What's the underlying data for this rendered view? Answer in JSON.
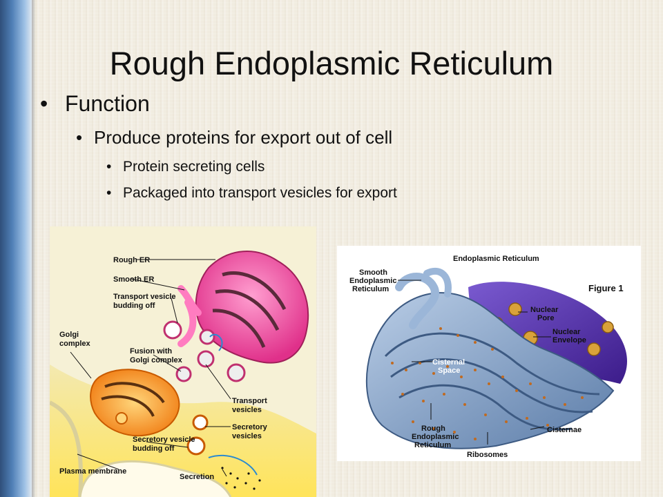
{
  "slide": {
    "title": "Rough Endoplasmic Reticulum",
    "bullets": [
      "Function",
      "Produce proteins for export out of cell",
      "Protein secreting cells",
      "Packaged into transport vesicles for export"
    ],
    "bullet_glyph": "•"
  },
  "left_figure": {
    "labels": {
      "rough_er": "Rough ER",
      "smooth_er": "Smooth ER",
      "transport_budding_1": "Transport vesicle",
      "transport_budding_2": "budding off",
      "golgi_1": "Golgi",
      "golgi_2": "complex",
      "fusion_1": "Fusion with",
      "fusion_2": "Golgi complex",
      "transport_1": "Transport",
      "transport_2": "vesicles",
      "secretory_1": "Secretory",
      "secretory_2": "vesicles",
      "secretory_budding_1": "Secretory vesicle",
      "secretory_budding_2": "budding off",
      "plasma": "Plasma membrane",
      "secretion": "Secretion"
    }
  },
  "right_figure": {
    "labels": {
      "title": "Endoplasmic Reticulum",
      "figure": "Figure 1",
      "smooth_1": "Smooth",
      "smooth_2": "Endoplasmic",
      "smooth_3": "Reticulum",
      "pore_1": "Nuclear",
      "pore_2": "Pore",
      "envelope_1": "Nuclear",
      "envelope_2": "Envelope",
      "cisternal_1": "Cisternal",
      "cisternal_2": "Space",
      "rough_1": "Rough",
      "rough_2": "Endoplasmic",
      "rough_3": "Reticulum",
      "cisternae": "Cisternae",
      "ribosomes": "Ribosomes"
    }
  }
}
